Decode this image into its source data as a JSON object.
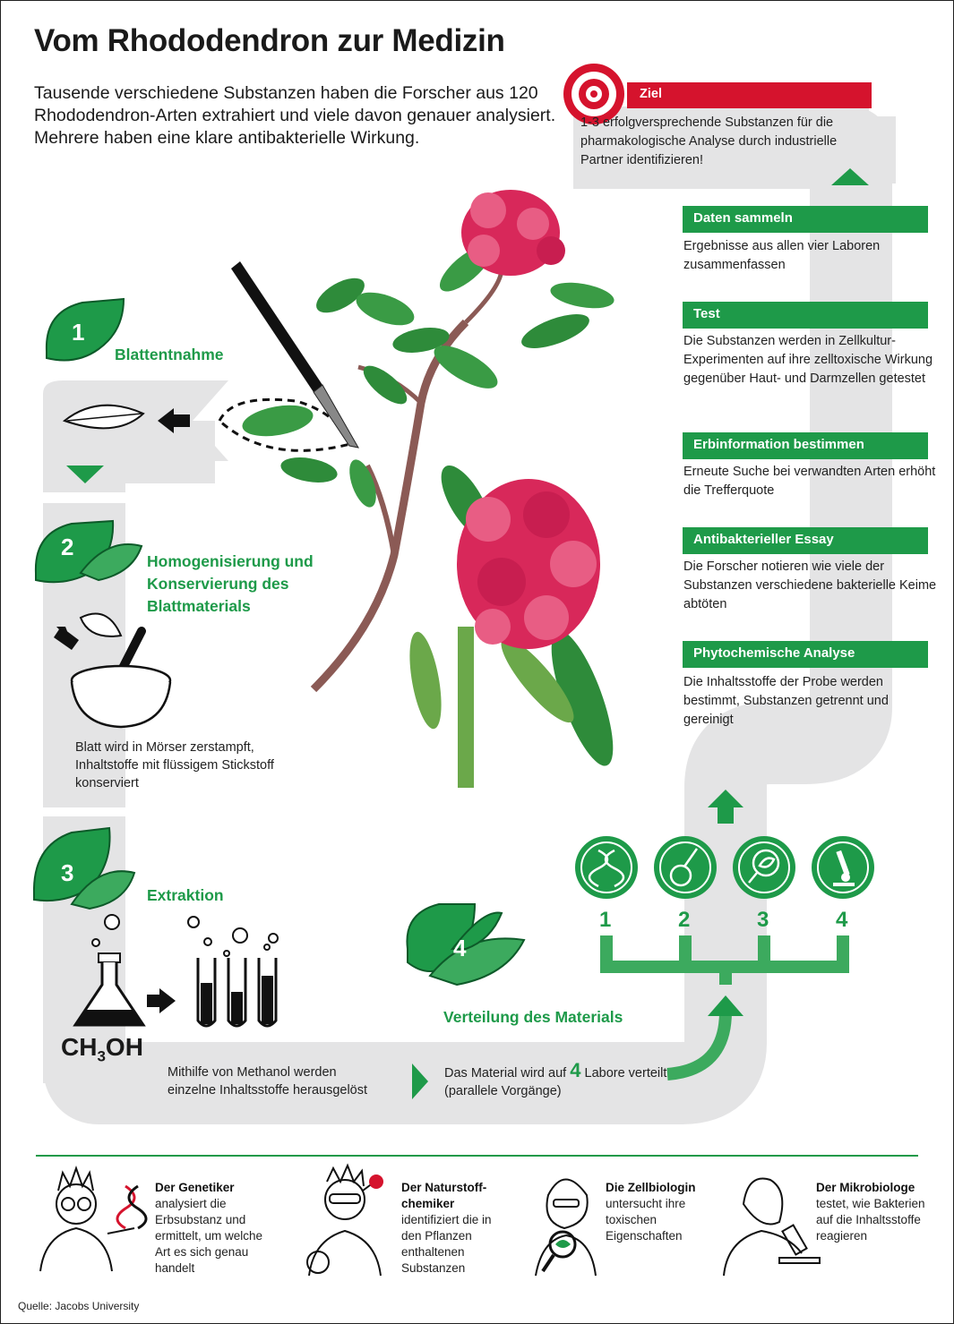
{
  "title": "Vom Rhododendron zur Medizin",
  "intro": "Tausende verschiedene Substanzen haben die Forscher aus 120 Rhododendron-Arten extrahiert und viele davon genauer analysiert. Mehrere haben eine klare antibakterielle Wirkung.",
  "goal": {
    "label": "Ziel",
    "text": "1-3 erfolgversprechende Substanzen für die pharmakologische Analyse durch industrielle Partner identifizieren!"
  },
  "steps_right": [
    {
      "label": "Daten sammeln",
      "text": "Ergebnisse aus allen vier Laboren zusammenfassen"
    },
    {
      "label": "Test",
      "text": "Die Substanzen werden in Zellkultur-Experimenten auf ihre zelltoxische Wirkung gegenüber Haut- und Darmzellen getestet"
    },
    {
      "label": "Erbinformation bestimmen",
      "text": "Erneute Suche bei verwandten Arten erhöht die Trefferquote"
    },
    {
      "label": "Antibakterieller Essay",
      "text": "Die Forscher notieren wie viele der Substanzen verschiedene bakterielle Keime abtöten"
    },
    {
      "label": "Phytochemische Analyse",
      "text": "Die Inhaltsstoffe der Probe werden bestimmt, Substanzen getrennt und gereinigt"
    }
  ],
  "steps_left": [
    {
      "number": "1",
      "title": "Blattentnahme"
    },
    {
      "number": "2",
      "title": "Homogenisierung und Konservierung des Blattmaterials",
      "note": "Blatt wird in Mörser zerstampft, Inhaltstoffe mit flüssigem Stickstoff konserviert"
    },
    {
      "number": "3",
      "title": "Extraktion",
      "note": "Mithilfe von Methanol werden einzelne Inhaltsstoffe herausgelöst"
    },
    {
      "number": "4",
      "title": "Verteilung des Materials",
      "note_before": "Das Material wird auf",
      "note_number": "4",
      "note_after": "Labore verteilt (parallele Vorgänge)"
    }
  ],
  "formula": {
    "main": "CH",
    "sub": "3",
    "rest": "OH"
  },
  "labs": [
    {
      "number": "1",
      "icon": "dna-icon"
    },
    {
      "number": "2",
      "icon": "flask-icon"
    },
    {
      "number": "3",
      "icon": "magnifier-leaf-icon"
    },
    {
      "number": "4",
      "icon": "microscope-icon"
    }
  ],
  "roles": [
    {
      "title": "Der Genetiker",
      "text": "analysiert die Erbsubstanz und ermittelt, um welche Art es sich genau handelt"
    },
    {
      "title": "Der Naturstoff-chemiker",
      "text": "identifiziert die in den Pflanzen enthaltenen Substanzen"
    },
    {
      "title": "Die Zellbiologin",
      "text": "untersucht ihre toxischen Eigenschaften"
    },
    {
      "title": "Der Mikrobiologe",
      "text": "testet, wie Bakterien auf die Inhaltsstoffe reagieren"
    }
  ],
  "source": "Quelle: Jacobs University",
  "colors": {
    "green": "#1e9a49",
    "red": "#d5132d",
    "track": "#e4e4e5",
    "flower": "#d8285a"
  }
}
